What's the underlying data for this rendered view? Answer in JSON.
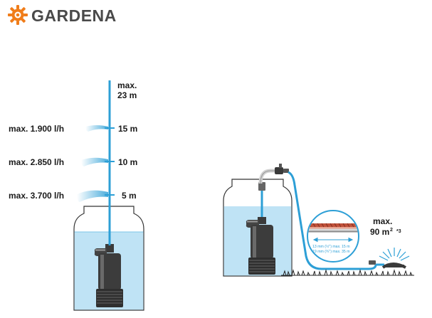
{
  "brand": {
    "name": "GARDENA",
    "color": "#f07d1a"
  },
  "colors": {
    "water": "#2d9fd6",
    "water_light": "#bfe3f5",
    "tank_stroke": "#333333",
    "grass": "#222222"
  },
  "pressure_diagram": {
    "max_height": {
      "line1": "max.",
      "line2": "23 m"
    },
    "levels": [
      {
        "height": "15 m",
        "flow": "max. 1.900 l/h"
      },
      {
        "height": "10 m",
        "flow": "max. 2.850 l/h"
      },
      {
        "height": "5 m",
        "flow": "max. 3.700 l/h"
      }
    ]
  },
  "irrigation_diagram": {
    "area": {
      "line1": "max.",
      "value": "90 m",
      "unit_exp": "2",
      "footnote": "*3"
    },
    "hose_spec": {
      "line1": "13 mm (½\") max. 15 m",
      "line2": "19 mm (¾\") max. 35 m"
    }
  }
}
